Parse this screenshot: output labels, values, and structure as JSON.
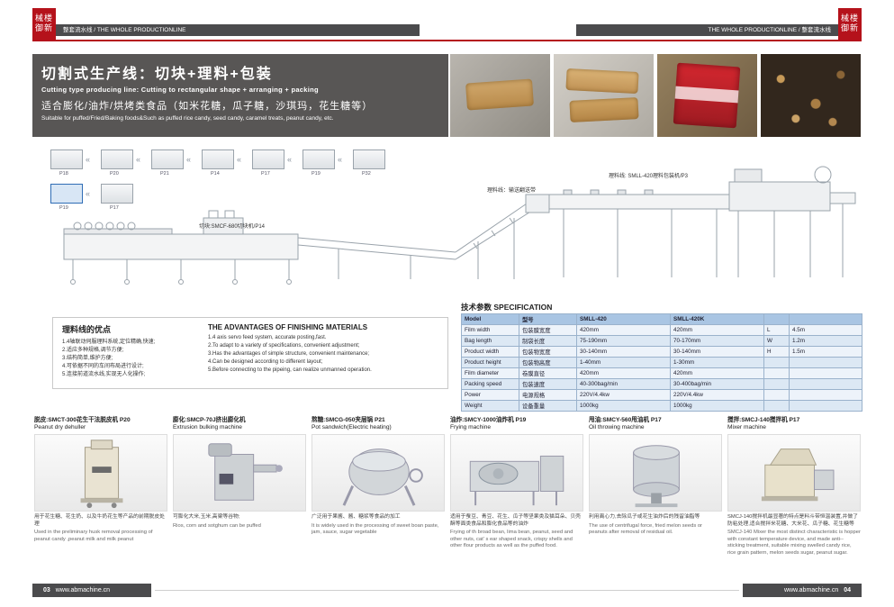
{
  "colors": {
    "accent_red": "#b5121b",
    "header_gray": "#4b4b4d",
    "banner_gray": "#585655",
    "table_header_blue": "#a9c5e3",
    "table_row_blue": "#dce8f4"
  },
  "header": {
    "stamp": "械楼\n御新",
    "left_tab": "整套流水线 / THE WHOLE PRODUCTIONLINE",
    "right_tab": "THE WHOLE PRODUCTIONLINE / 整套流水线"
  },
  "banner": {
    "title_cn": "切割式生产线：切块+理料+包装",
    "title_en": "Cutting type producing line:  Cutting to rectangular shape + arranging + packing",
    "subtitle_cn": "适合膨化/油炸/烘烤类食品（如米花糖，瓜子糖，沙琪玛，花生糖等）",
    "subtitle_en": "Suitable for puffed/Fried/Baking foods&Such as puffed rice candy, seed candy, caramel treats, peanut candy, etc."
  },
  "diagram": {
    "arrow": "«",
    "flow_row1": [
      "P18",
      "P20",
      "P21",
      "P14",
      "P17",
      "P19",
      "P32"
    ],
    "flow_row2": [
      "P19",
      "P17"
    ],
    "cutter_label": "切块:SMCF-680切块机/P14",
    "conveyor_label": "理料线：输送翻送带",
    "packer_label": "理料线: SMLL-420理料包装机/P3"
  },
  "advantages": {
    "title_cn": "理料线的优点",
    "items_cn": [
      "1.4轴联动伺服理料系统,定位精确,快速;",
      "2.适应多种规格,调节方便;",
      "3.结构简单,维护方便;",
      "4.可依据不同的车间布局进行设计;",
      "5.连接前道流水线,实现无人化操作;"
    ],
    "title_en": "THE ADVANTAGES OF FINISHING MATERIALS",
    "items_en": [
      "1.4 axis servo feed system, accurate posting,fast.",
      "2.To adapt to a variety of specifications, convenient adjustment;",
      "3.Has the advantages of simple structure, convenient maintenance;",
      "4.Can be designed according to different layout;",
      "5.Before connecting to the pipeing, can realize unmanned operation."
    ]
  },
  "spec": {
    "title": "技术参数 SPECIFICATION",
    "rows": [
      [
        "Model",
        "型号",
        "SMLL-420",
        "SMLL-420K",
        "",
        ""
      ],
      [
        "Film width",
        "包装膜宽度",
        "420mm",
        "420mm",
        "L",
        "4.5m"
      ],
      [
        "Bag length",
        "制袋长度",
        "75-190mm",
        "70-170mm",
        "W",
        "1.2m"
      ],
      [
        "Product width",
        "包装物宽度",
        "30-140mm",
        "30-140mm",
        "H",
        "1.5m"
      ],
      [
        "Product height",
        "包装物高度",
        "1-40mm",
        "1-30mm",
        "",
        ""
      ],
      [
        "Film diameter",
        "卷膜直径",
        "420mm",
        "420mm",
        "",
        ""
      ],
      [
        "Packing speed",
        "包装速度",
        "40-300bag/min",
        "30-400bag/min",
        "",
        ""
      ],
      [
        "Power",
        "电源规格",
        "220V/4.4kw",
        "220V/4.4kw",
        "",
        ""
      ],
      [
        "Weight",
        "设备重量",
        "1000kg",
        "1000kg",
        "",
        ""
      ]
    ]
  },
  "machines": [
    {
      "title": "脱皮:SMCT-300花生干法脱皮机 P20",
      "subtitle": "Peanut dry dehuller",
      "desc_cn": "用于花生糖、花生奶、以及牛奶花生等产品的前期脱皮处理",
      "desc_en": "Used in the preliminary husk removal processing of peanut candy ,peanut milk and milk peanut"
    },
    {
      "title": "膨化:SMCP-70J挤出膨化机",
      "subtitle": "Extrusion bulking machine",
      "desc_cn": "可膨化大米,玉米,高粱等谷物;",
      "desc_en": "Rios, corn and sotghum can be puffed"
    },
    {
      "title": "熬糖:SMCG-050夹层锅 P21",
      "subtitle": "Pot sandwich(Electric heating)",
      "desc_cn": "广泛用于果酱、酱、糖浆等食品的加工",
      "desc_en": "It is widely used in the processing of sweet boan paste, jam, sauce, sugar vegetable"
    },
    {
      "title": "油炸:SMCY-1000油炸机 P19",
      "subtitle": "Frying machine",
      "desc_cn": "适用于蚕豆、青豆、花生、瓜子等坚果类及猫耳朵、贝壳酥等面类食品和膨化食品等的油炸",
      "desc_en": "Frying of th broad bean, lima bean, peanut, seed and other nuts, cat' s ear shaped snack, crispy shells and other flour products as well as the puffed food."
    },
    {
      "title": "甩油:SMCY-560甩油机 P17",
      "subtitle": "Oil throwing machine",
      "desc_cn": "利用离心力,去除瓜子或花生油炸后的残留油脂等",
      "desc_en": "The use of centrifugal force, fried melon seeds or peanuts after removal of residual oil."
    },
    {
      "title": "搅拌:SMCJ-140搅拌机 P17",
      "subtitle": "Mixer machine",
      "desc_cn": "SMCJ-140搅拌机最显著的特点是料斗带恒温装置,并做了防粘处理,适合搅拌米花糖、大米花、瓜子糖、花生糖等",
      "desc_en": "SMCJ-140 Mixer the most distinct characteristic is hopper with constant temperature device, and made anti--sticking treatment, suitable mixing swelled candy rice, rice grain pattern, melon seeds sugar, peanut sugar."
    }
  ],
  "footer": {
    "left_page": "03",
    "left_url": "www.abmachine.cn",
    "right_url": "www.abmachine.cn",
    "right_page": "04"
  }
}
